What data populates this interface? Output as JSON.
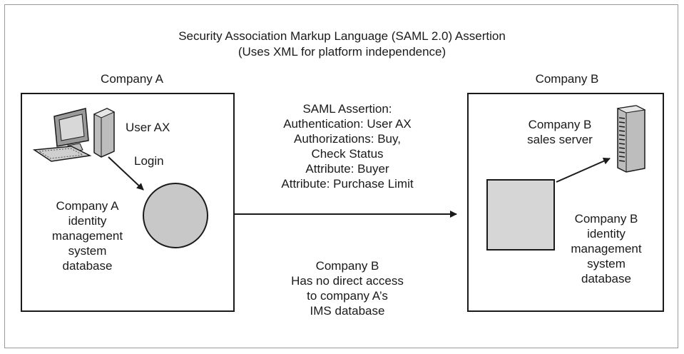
{
  "header": {
    "title": "Security Association Markup Language (SAML 2.0) Assertion",
    "subtitle": "(Uses XML for platform independence)"
  },
  "company_a": {
    "label": "Company A",
    "user": "User AX",
    "login": "Login",
    "database_lines": [
      "Company A",
      "identity",
      "management",
      "system",
      "database"
    ]
  },
  "company_b": {
    "label": "Company B",
    "server_lines": [
      "Company B",
      "sales server"
    ],
    "database_lines": [
      "Company B",
      "identity",
      "management",
      "system",
      "database"
    ]
  },
  "assertion": {
    "lines": [
      "SAML Assertion:",
      "Authentication: User AX",
      "Authorizations: Buy,",
      "Check Status",
      "Attribute: Buyer",
      "Attribute: Purchase Limit"
    ]
  },
  "note": {
    "lines": [
      "Company B",
      "Has no direct access",
      "to company A’s",
      "IMS database"
    ]
  },
  "colors": {
    "line": "#1a1a1a",
    "fill_gray": "#c8c8c8",
    "border": "#9a9a9a"
  },
  "icons": {
    "workstation": "desktop-computer-icon",
    "server": "server-tower-icon"
  }
}
